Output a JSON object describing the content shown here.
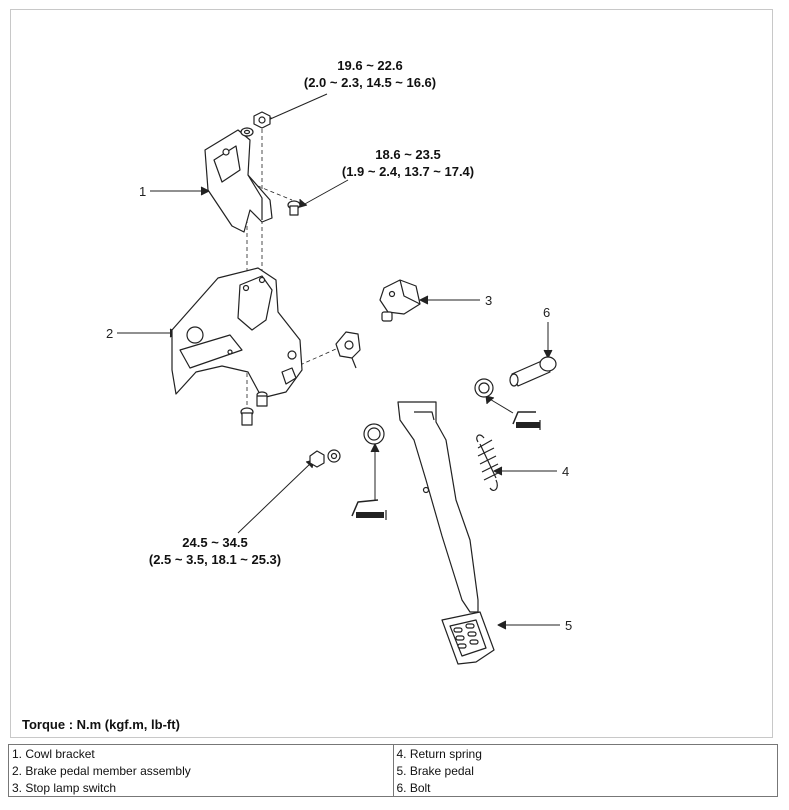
{
  "torque_specs": {
    "top_nut_line1": "19.6 ~ 22.6",
    "top_nut_line2": "(2.0 ~ 2.3, 14.5 ~ 16.6)",
    "side_bolt_line1": "18.6 ~ 23.5",
    "side_bolt_line2": "(1.9 ~ 2.4, 13.7 ~ 17.4)",
    "lower_nut_line1": "24.5 ~ 34.5",
    "lower_nut_line2": "(2.5 ~ 3.5, 18.1 ~ 25.3)"
  },
  "callouts": [
    "1",
    "2",
    "3",
    "4",
    "5",
    "6"
  ],
  "torque_note": "Torque : N.m (kgf.m, lb-ft)",
  "legend": [
    [
      "1. Cowl bracket",
      "4. Return spring"
    ],
    [
      "2. Brake pedal member assembly",
      "5. Brake pedal"
    ],
    [
      "3. Stop lamp switch",
      "6. Bolt"
    ]
  ]
}
